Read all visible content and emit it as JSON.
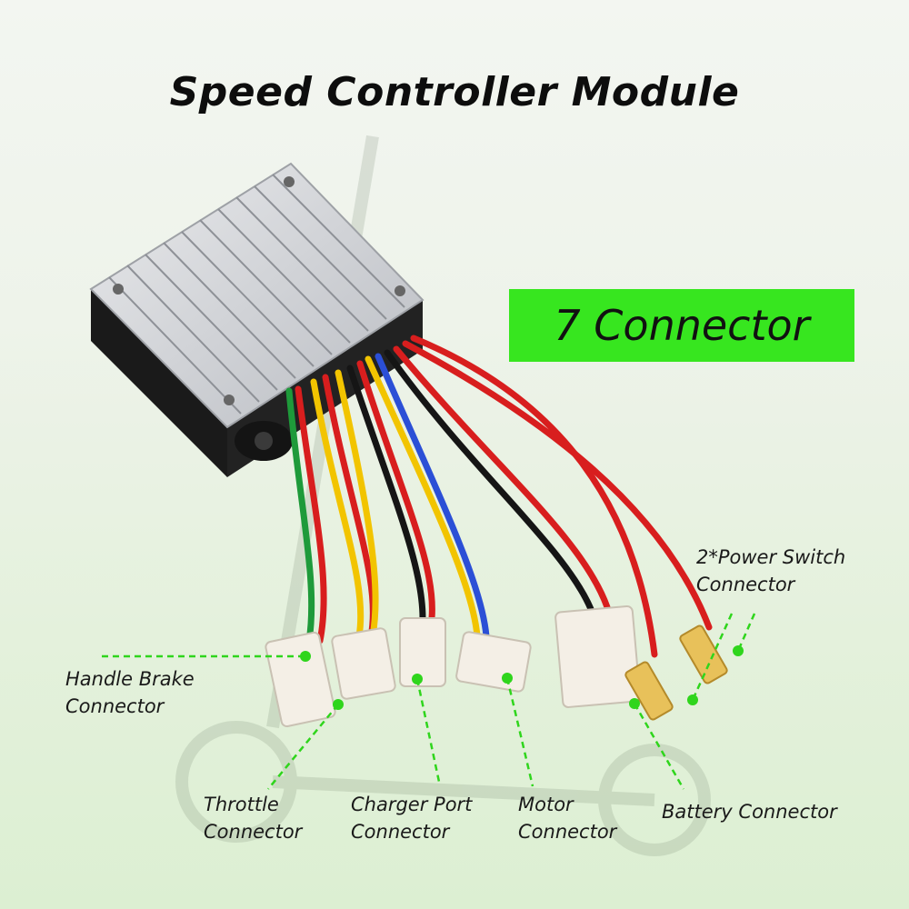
{
  "title": "Speed Controller Module",
  "badge": "7 Connector",
  "labels": {
    "handle_brake": [
      "Handle Brake",
      "Connector"
    ],
    "throttle": [
      "Throttle",
      "Connector"
    ],
    "charger_port": [
      "Charger Port",
      "Connector"
    ],
    "motor": [
      "Motor",
      "Connector"
    ],
    "battery": [
      "Battery Connector"
    ],
    "power_switch": [
      "2*Power Switch",
      "Connector"
    ]
  },
  "colors": {
    "accent_green": "#37e61f",
    "wire_red": "#d81e1e",
    "wire_yellow": "#f2c400",
    "wire_blue": "#2b4fd6",
    "wire_black": "#151515",
    "wire_green": "#1e9a3a"
  }
}
